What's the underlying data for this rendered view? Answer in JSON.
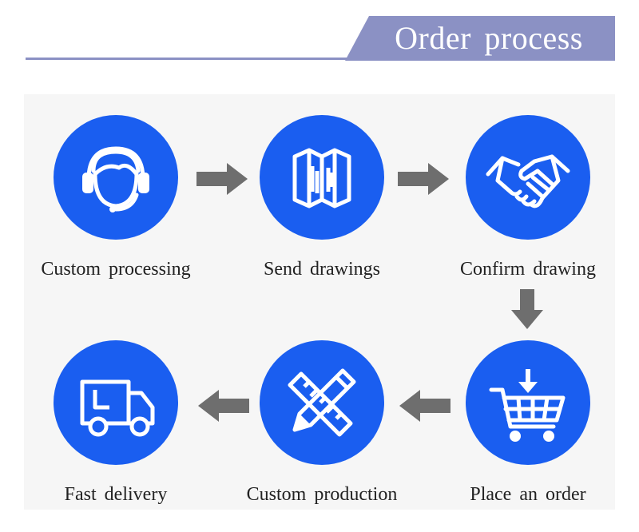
{
  "header": {
    "title": "Order process"
  },
  "steps": [
    {
      "label": "Custom processing",
      "icon": "headset-person-icon"
    },
    {
      "label": "Send drawings",
      "icon": "folded-map-icon"
    },
    {
      "label": "Confirm drawing",
      "icon": "handshake-icon"
    },
    {
      "label": "Place an order",
      "icon": "shopping-cart-icon"
    },
    {
      "label": "Custom production",
      "icon": "pencil-ruler-icon"
    },
    {
      "label": "Fast delivery",
      "icon": "delivery-truck-icon"
    }
  ],
  "colors": {
    "circle": "#1a5ef0",
    "arrow": "#6e6e6e",
    "header": "#8b91c4"
  }
}
